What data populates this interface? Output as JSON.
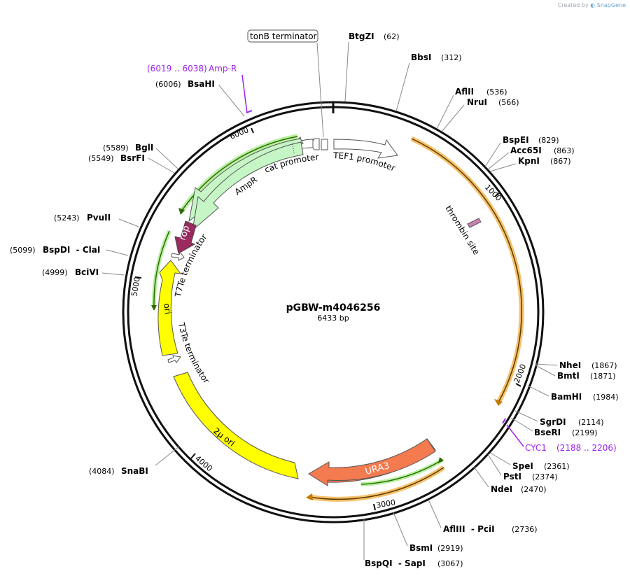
{
  "app": {
    "credit_prefix": "Created by",
    "credit_brand": "SnapGene"
  },
  "plasmid": {
    "name": "pGBW-m4046256",
    "size_label": "6433 bp",
    "length": 6433
  },
  "ticks": [
    {
      "pos": 1000,
      "label": "1000"
    },
    {
      "pos": 2000,
      "label": "2000"
    },
    {
      "pos": 3000,
      "label": "3000"
    },
    {
      "pos": 4000,
      "label": "4000"
    },
    {
      "pos": 5000,
      "label": "5000"
    },
    {
      "pos": 6000,
      "label": "6000"
    }
  ],
  "sites": [
    {
      "name": "BtgZI",
      "pos_label": "(62)",
      "pos": 62
    },
    {
      "name": "BbsI",
      "pos_label": "(312)",
      "pos": 312
    },
    {
      "name": "AflII",
      "pos_label": "(536)",
      "pos": 536
    },
    {
      "name": "NruI",
      "pos_label": "(566)",
      "pos": 566
    },
    {
      "name": "BspEI",
      "pos_label": "(829)",
      "pos": 829
    },
    {
      "name": "Acc65I",
      "pos_label": "(863)",
      "pos": 863
    },
    {
      "name": "KpnI",
      "pos_label": "(867)",
      "pos": 867
    },
    {
      "name": "NheI",
      "pos_label": "(1867)",
      "pos": 1867
    },
    {
      "name": "BmtI",
      "pos_label": "(1871)",
      "pos": 1871
    },
    {
      "name": "BamHI",
      "pos_label": "(1984)",
      "pos": 1984
    },
    {
      "name": "SgrDI",
      "pos_label": "(2114)",
      "pos": 2114
    },
    {
      "name": "BseRI",
      "pos_label": "(2199)",
      "pos": 2199
    },
    {
      "name": "SpeI",
      "pos_label": "(2361)",
      "pos": 2361
    },
    {
      "name": "PstI",
      "pos_label": "(2374)",
      "pos": 2374
    },
    {
      "name": "NdeI",
      "pos_label": "(2470)",
      "pos": 2470
    },
    {
      "name": "AflIII  - PciI",
      "pos_label": "(2736)",
      "pos": 2736
    },
    {
      "name": "BsmI",
      "pos_label": "(2919)",
      "pos": 2919
    },
    {
      "name": "BspQI  - SapI",
      "pos_label": "(3067)",
      "pos": 3067
    },
    {
      "name": "SnaBI",
      "pos_label": "(4084)",
      "pos": 4084
    },
    {
      "name": "BciVI",
      "pos_label": "(4999)",
      "pos": 4999
    },
    {
      "name": "BspDI  - ClaI",
      "pos_label": "(5099)",
      "pos": 5099
    },
    {
      "name": "PvuII",
      "pos_label": "(5243)",
      "pos": 5243
    },
    {
      "name": "BsrFI",
      "pos_label": "(5549)",
      "pos": 5549
    },
    {
      "name": "BglI",
      "pos_label": "(5589)",
      "pos": 5589
    },
    {
      "name": "BsaHI",
      "pos_label": "(6006)",
      "pos": 6006
    }
  ],
  "primers": [
    {
      "name": "Amp-R",
      "range_label": "(6019 .. 6038)"
    },
    {
      "name": "CYC1",
      "range_label": "(2188 .. 2206)"
    }
  ],
  "features": {
    "tonb": "tonB terminator",
    "tef1": "TEF1 promoter",
    "thrombin": "thrombin site",
    "cat": "cat promoter",
    "ampr": "AmpR",
    "rop": "rop",
    "t7te": "T7Te terminator",
    "ori": "ori",
    "t3te": "T3Te terminator",
    "twomu": "2μ ori",
    "ura3": "URA3"
  },
  "colors": {
    "ampr": "#c6f5c6",
    "rop": "#9b2a5f",
    "ori": "#ffff00",
    "ura3": "#f47a50",
    "orf_orange": "#f5a623",
    "orf_green": "#6dbe45",
    "primer": "#a020f0",
    "thrombin": "#c883b0"
  }
}
